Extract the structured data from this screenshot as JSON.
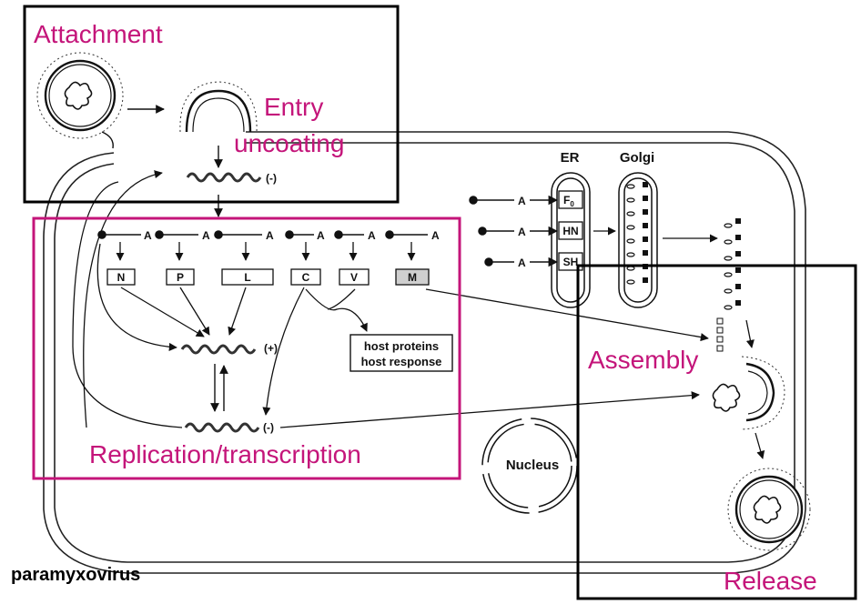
{
  "stages": {
    "attachment": "Attachment",
    "entry": "Entry",
    "uncoating": "uncoating",
    "replication": "Replication/transcription",
    "assembly": "Assembly",
    "release": "Release"
  },
  "rna": {
    "negative": "(-)",
    "positive": "(+)",
    "negative_bottom": "(-)"
  },
  "poly_a": "A",
  "genes": [
    "N",
    "P",
    "L",
    "C",
    "V",
    "M"
  ],
  "host_box": {
    "line1": "host proteins",
    "line2": "host response"
  },
  "organelles": {
    "er": "ER",
    "golgi": "Golgi",
    "nucleus": "Nucleus"
  },
  "membrane_proteins": {
    "f0_main": "F",
    "f0_sub": "0",
    "hn": "HN",
    "sh": "SH"
  },
  "caption": "paramyxovirus",
  "colors": {
    "stage_magenta": "#c4157a",
    "box_black": "#000000",
    "m_protein_fill": "#cfcfcf"
  }
}
